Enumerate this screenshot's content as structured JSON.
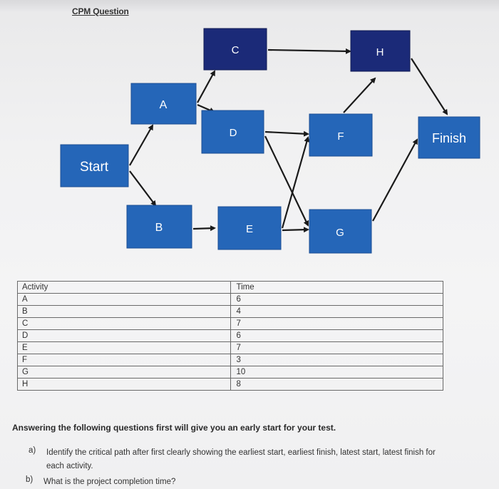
{
  "document": {
    "title": "CPM Question"
  },
  "diagram": {
    "nodes": [
      {
        "id": "start",
        "label": "Start"
      },
      {
        "id": "a",
        "label": "A"
      },
      {
        "id": "b",
        "label": "B"
      },
      {
        "id": "c",
        "label": "C"
      },
      {
        "id": "d",
        "label": "D"
      },
      {
        "id": "e",
        "label": "E"
      },
      {
        "id": "f",
        "label": "F"
      },
      {
        "id": "g",
        "label": "G"
      },
      {
        "id": "h",
        "label": "H"
      },
      {
        "id": "finish",
        "label": "Finish"
      }
    ],
    "edges": [
      {
        "from": "Start",
        "to": "A"
      },
      {
        "from": "Start",
        "to": "B"
      },
      {
        "from": "A",
        "to": "C"
      },
      {
        "from": "A",
        "to": "D"
      },
      {
        "from": "B",
        "to": "E"
      },
      {
        "from": "C",
        "to": "H"
      },
      {
        "from": "D",
        "to": "F"
      },
      {
        "from": "D",
        "to": "G"
      },
      {
        "from": "E",
        "to": "F"
      },
      {
        "from": "E",
        "to": "G"
      },
      {
        "from": "F",
        "to": "H"
      },
      {
        "from": "G",
        "to": "Finish"
      },
      {
        "from": "H",
        "to": "Finish"
      }
    ],
    "colors": {
      "dark_node": "#1b2a78",
      "light_node": "#2566b8",
      "arrow": "#1a1a1a"
    }
  },
  "table": {
    "headers": {
      "activity": "Activity",
      "time": "Time"
    },
    "rows": [
      {
        "activity": "A",
        "time": "6"
      },
      {
        "activity": "B",
        "time": "4"
      },
      {
        "activity": "C",
        "time": "7"
      },
      {
        "activity": "D",
        "time": "6"
      },
      {
        "activity": "E",
        "time": "7"
      },
      {
        "activity": "F",
        "time": "3"
      },
      {
        "activity": "G",
        "time": "10"
      },
      {
        "activity": "H",
        "time": "8"
      }
    ]
  },
  "questions": {
    "intro": "Answering the following questions first will give you an early start for your test.",
    "items": [
      {
        "mark": "a)",
        "text": "Identify the critical path after first clearly showing the earliest start, earliest finish, latest start, latest finish for each activity."
      },
      {
        "mark": "b)",
        "text": "What is the project completion time?"
      }
    ]
  }
}
